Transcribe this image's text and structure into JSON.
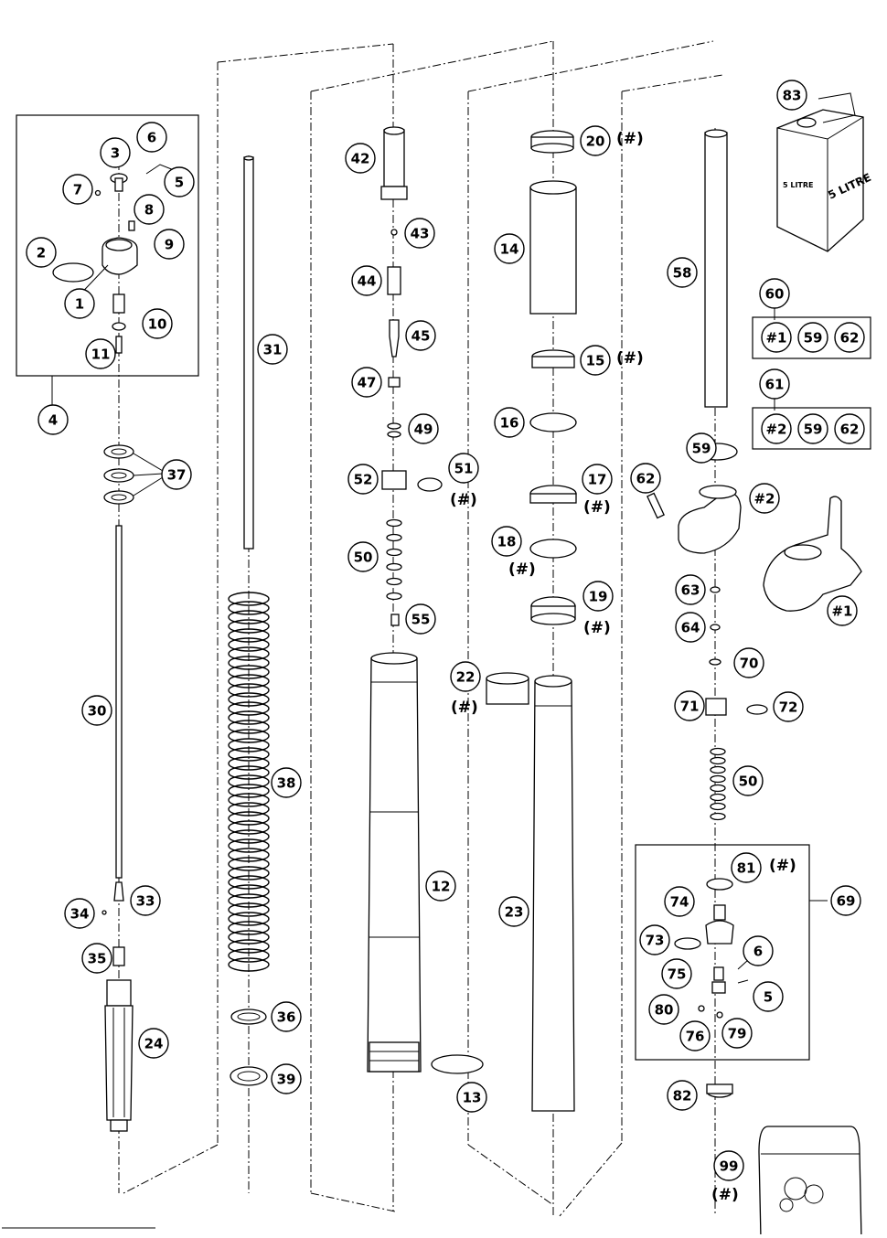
{
  "diagram": {
    "hash_mark": "(#)",
    "labels": {
      "p1": "1",
      "p2": "2",
      "p3": "3",
      "p4": "4",
      "p5": "5",
      "p6": "6",
      "p7": "7",
      "p8": "8",
      "p9": "9",
      "p10": "10",
      "p11": "11",
      "p12": "12",
      "p13": "13",
      "p14": "14",
      "p15": "15",
      "p16": "16",
      "p17": "17",
      "p18": "18",
      "p19": "19",
      "p20": "20",
      "p22": "22",
      "p23": "23",
      "p24": "24",
      "p30": "30",
      "p31": "31",
      "p33": "33",
      "p34": "34",
      "p35": "35",
      "p36": "36",
      "p37": "37",
      "p38": "38",
      "p39": "39",
      "p42": "42",
      "p43": "43",
      "p44": "44",
      "p45": "45",
      "p47": "47",
      "p49": "49",
      "p50": "50",
      "p51": "51",
      "p52": "52",
      "p55": "55",
      "p58": "58",
      "p59": "59",
      "p60": "60",
      "p61": "61",
      "p62": "62",
      "p63": "63",
      "p64": "64",
      "p69": "69",
      "p70": "70",
      "p71": "71",
      "p72": "72",
      "p73": "73",
      "p74": "74",
      "p75": "75",
      "p76": "76",
      "p79": "79",
      "p80": "80",
      "p81": "81",
      "p82": "82",
      "p83": "83",
      "p99": "99"
    },
    "variants": {
      "v1": "#1",
      "v2": "#2"
    },
    "canister_text": "5 LITRE"
  }
}
